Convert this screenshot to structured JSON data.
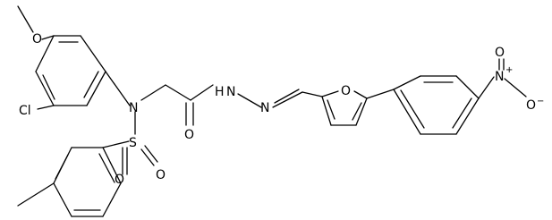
{
  "molecule": {
    "atoms": {
      "methoxy_o": "O",
      "chlorine": "Cl",
      "sulfonamide_n": "N",
      "sulfur": "S",
      "sulfonyl_o_left": "O",
      "sulfonyl_o_right": "O",
      "carbonyl_o": "O",
      "hydrazide_nh": "H",
      "hydrazide_n": "N",
      "imine_n": "N",
      "furan_o": "O",
      "nitro_n": "N",
      "nitro_charge": "+",
      "nitro_o_top": "O",
      "nitro_o_right": "O",
      "nitro_o_charge": "−"
    }
  }
}
